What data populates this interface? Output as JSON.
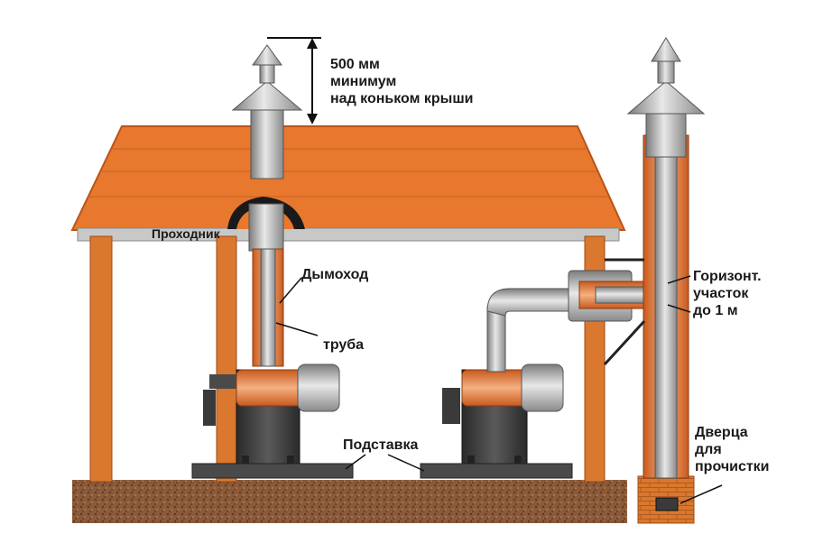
{
  "labels": {
    "clearance_line1": "500 мм",
    "clearance_line2": "минимум",
    "clearance_line3": "над коньком крыши",
    "passthrough": "Проходник",
    "chimney": "Дымоход",
    "pipe": "труба",
    "horizontal_line1": "Горизонт.",
    "horizontal_line2": "участок",
    "horizontal_line3": "до 1 м",
    "stand": "Подставка",
    "door_line1": "Дверца",
    "door_line2": "для",
    "door_line3": "прочистки"
  },
  "colors": {
    "roof": "#e8782e",
    "wood": "#d9782e",
    "metal_light": "#d8d8d8",
    "metal_mid": "#a8a8a8",
    "metal_dark": "#707070",
    "stove_dark": "#3a3a3a",
    "ground": "#8a5a3a",
    "ceiling": "#c8c8c8"
  }
}
